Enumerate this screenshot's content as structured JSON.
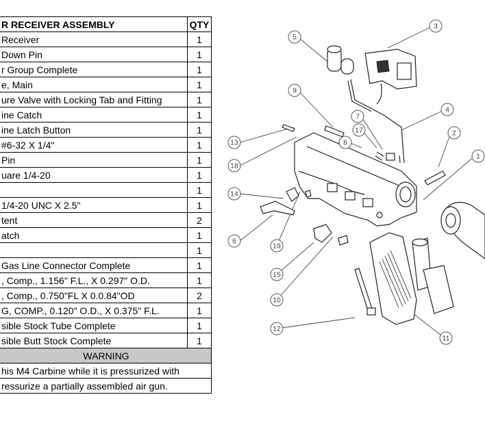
{
  "table": {
    "header": {
      "description": "R RECEIVER ASSEMBLY",
      "qty": "QTY"
    },
    "rows": [
      {
        "description": "Receiver",
        "qty": "1"
      },
      {
        "description": "Down Pin",
        "qty": "1"
      },
      {
        "description": "r Group Complete",
        "qty": "1"
      },
      {
        "description": "e, Main",
        "qty": "1"
      },
      {
        "description": "ure Valve with Locking Tab and Fitting",
        "qty": "1"
      },
      {
        "description": "ine Catch",
        "qty": "1"
      },
      {
        "description": "ine Latch Button",
        "qty": "1"
      },
      {
        "description": "#6-32 X 1/4\"",
        "qty": "1"
      },
      {
        "description": "Pin",
        "qty": "1"
      },
      {
        "description": "uare 1/4-20",
        "qty": "1"
      },
      {
        "description": "",
        "qty": "1"
      },
      {
        "description": "1/4-20 UNC X 2.5\"",
        "qty": "1"
      },
      {
        "description": "tent",
        "qty": "2"
      },
      {
        "description": "atch",
        "qty": "1"
      },
      {
        "description": "",
        "qty": "1"
      },
      {
        "description": "Gas Line Connector Complete",
        "qty": "1"
      },
      {
        "description": ", Comp., 1.156\" F.L., X  0.297\" O.D.",
        "qty": "1"
      },
      {
        "description": ", Comp., 0.750\"FL X 0.0.84\"OD",
        "qty": "2"
      },
      {
        "description": "G, COMP., 0.120\" O.D., X 0.375\" F.L.",
        "qty": "1"
      },
      {
        "description": "sible Stock Tube Complete",
        "qty": "1"
      },
      {
        "description": "sible Butt Stock Complete",
        "qty": "1"
      }
    ],
    "warning": {
      "title": "WARNING",
      "line1": "his M4 Carbine while it is pressurized with",
      "line2": "ressurize a partially assembled air gun."
    }
  },
  "diagram": {
    "callouts": [
      "5",
      "3",
      "9",
      "7",
      "4",
      "17",
      "2",
      "8",
      "13",
      "18",
      "1",
      "14",
      "6",
      "19",
      "15",
      "10",
      "12",
      "11"
    ]
  }
}
